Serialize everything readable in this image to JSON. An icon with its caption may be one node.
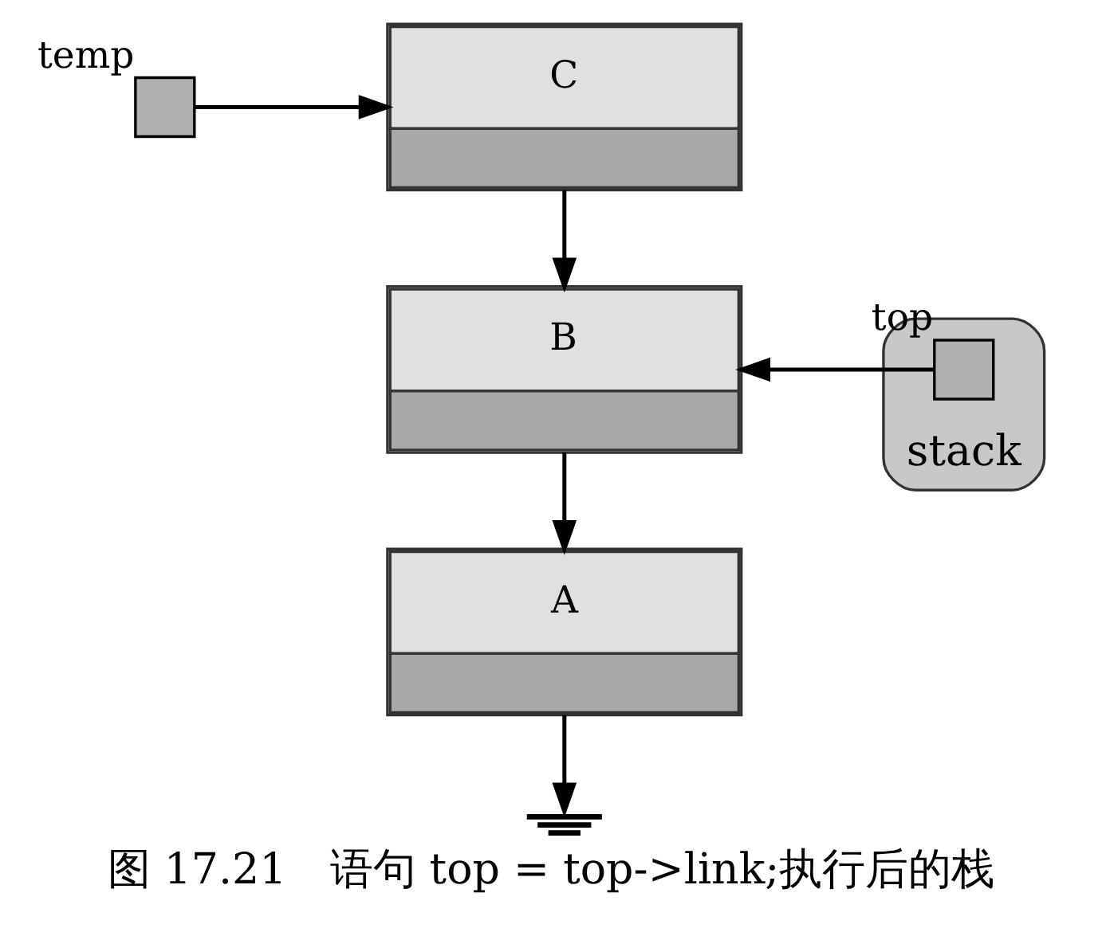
{
  "diagram": {
    "caption": "图 17.21　语句 top = top->link;执行后的栈",
    "nodes": [
      {
        "text": [],
        "shape": "box",
        "beside": [
          "temp"
        ]
      },
      {
        "text": [
          "stack"
        ]
      },
      {
        "text": [],
        "shape": "box",
        "beside": [
          "top"
        ],
        "in": 1
      },
      {
        "text": [
          "C"
        ]
      },
      {
        "text": [
          "B"
        ]
      },
      {
        "text": [
          "A"
        ]
      },
      {
        "text": [],
        "shape": "ground"
      }
    ],
    "edges": [
      {
        "from": 0,
        "to": 3,
        "arrow": "to"
      },
      {
        "from": 2,
        "to": 4,
        "arrow": "to"
      },
      {
        "from": 3,
        "to": 4,
        "arrow": "to"
      },
      {
        "from": 4,
        "to": 5,
        "arrow": "to"
      },
      {
        "from": 5,
        "to": 6,
        "arrow": "to"
      }
    ]
  }
}
